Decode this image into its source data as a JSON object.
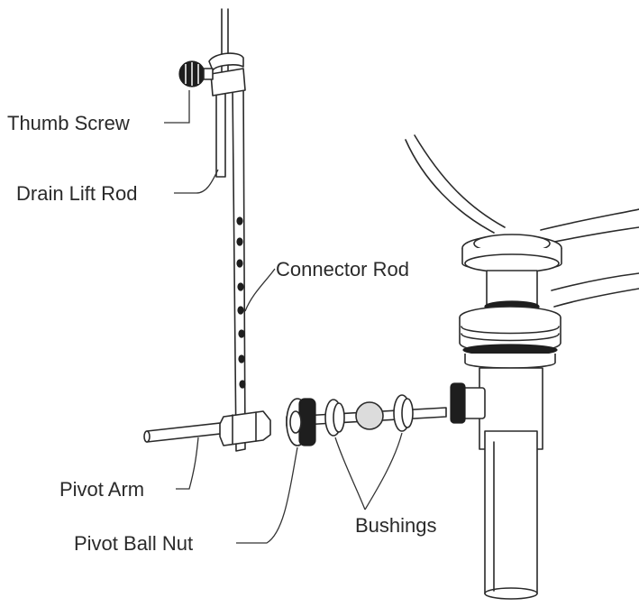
{
  "labels": {
    "thumb_screw": "Thumb Screw",
    "drain_lift_rod": "Drain Lift Rod",
    "connector_rod": "Connector Rod",
    "pivot_arm": "Pivot Arm",
    "pivot_ball_nut": "Pivot Ball Nut",
    "bushings": "Bushings"
  },
  "colors": {
    "line": "#2a2a2a",
    "dark_part": "#1e1e1e",
    "background": "#ffffff"
  }
}
